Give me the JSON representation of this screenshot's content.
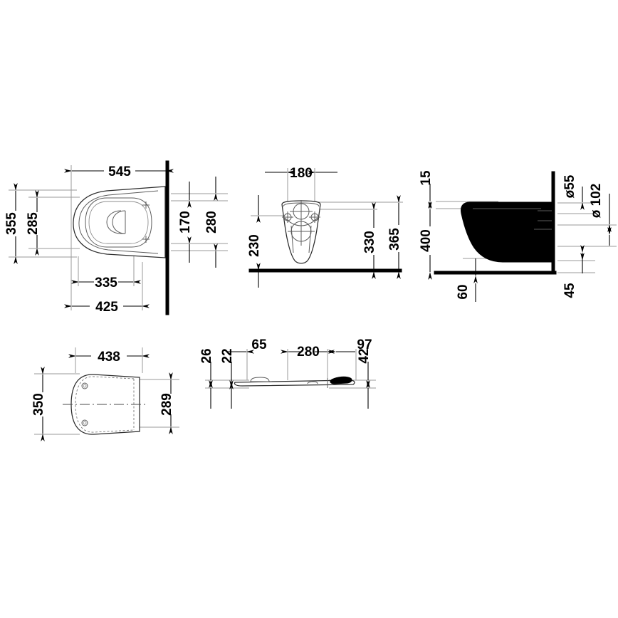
{
  "document": {
    "type": "technical-drawing",
    "subject": "Wall-mounted toilet (WC) and seat — dimensioned orthographic views",
    "units": "mm",
    "background_color": "#ffffff",
    "line_color": "#000000",
    "outline_color": "#2b2b2b"
  },
  "views": {
    "top_view": {
      "name": "Toilet top view",
      "dimensions": {
        "overall_length": "545",
        "overall_width": "355",
        "bowl_width": "285",
        "fixing_span": "335",
        "lower_width": "425",
        "offset_inner": "170",
        "offset_outer": "280"
      }
    },
    "front_view": {
      "name": "Toilet front view",
      "dimensions": {
        "bolt_spacing": "180",
        "rim_to_floor_offset": "230",
        "bowl_height": "330",
        "overall_height": "365"
      }
    },
    "side_view": {
      "name": "Toilet side section view",
      "dimensions": {
        "rim_thickness": "15",
        "wall_height": "400",
        "floor_offset": "60",
        "outlet_diameter": "ø55",
        "flush_diameter": "ø102",
        "lower_offset": "45"
      }
    },
    "seat_top_view": {
      "name": "Toilet seat top view",
      "dimensions": {
        "seat_length": "438",
        "seat_width": "350",
        "seat_inner_width": "289"
      }
    },
    "seat_side_view": {
      "name": "Toilet seat side profile",
      "dimensions": {
        "thickness_rear": "26",
        "thickness_front": "22",
        "hinge_offset": "65",
        "span": "280",
        "rear_offset": "97",
        "hinge_height": "42"
      }
    }
  },
  "labels": {
    "d545": "545",
    "d355": "355",
    "d285": "285",
    "d335": "335",
    "d425": "425",
    "d170": "170",
    "d280_top": "280",
    "d180": "180",
    "d230": "230",
    "d330": "330",
    "d365": "365",
    "d15": "15",
    "d400": "400",
    "d60": "60",
    "d55": "ø55",
    "d102": "ø 102",
    "d45": "45",
    "d438": "438",
    "d350": "350",
    "d289": "289",
    "d26": "26",
    "d22": "22",
    "d65": "65",
    "d280_seat": "280",
    "d97": "97",
    "d42": "42"
  }
}
